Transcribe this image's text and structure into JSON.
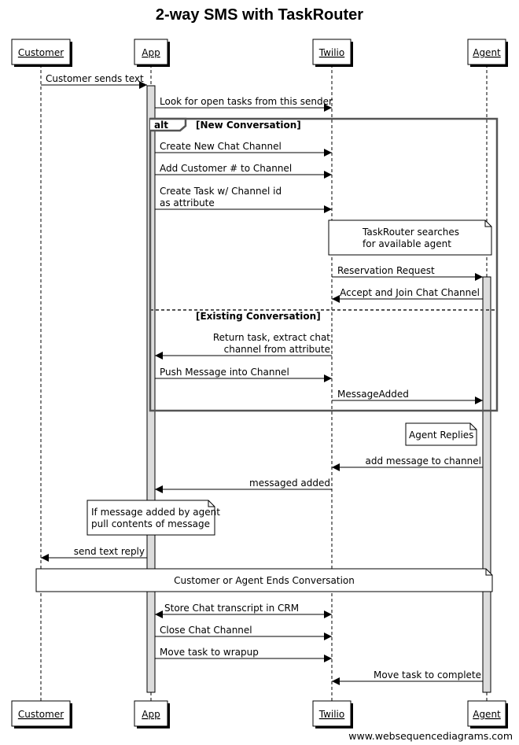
{
  "title": "2-way SMS with TaskRouter",
  "participants": [
    "Customer",
    "App",
    "Twilio",
    "Agent"
  ],
  "messages": [
    {
      "text": [
        "Customer sends text"
      ]
    },
    {
      "text": [
        "Look for open tasks from this sender"
      ]
    },
    {
      "text": [
        "Create New Chat Channel"
      ]
    },
    {
      "text": [
        "Add Customer # to Channel"
      ]
    },
    {
      "text": [
        "Create Task w/ Channel id",
        "as attribute"
      ]
    },
    {
      "text": [
        "Reservation Request"
      ]
    },
    {
      "text": [
        "Accept and Join Chat Channel"
      ]
    },
    {
      "text": [
        "Return task, extract chat",
        "channel from attribute"
      ]
    },
    {
      "text": [
        "Push Message into Channel"
      ]
    },
    {
      "text": [
        "MessageAdded"
      ]
    },
    {
      "text": [
        "add message to channel"
      ]
    },
    {
      "text": [
        "messaged added"
      ]
    },
    {
      "text": [
        "send text reply"
      ]
    },
    {
      "text": [
        "Store Chat transcript in CRM"
      ]
    },
    {
      "text": [
        "Close Chat Channel"
      ]
    },
    {
      "text": [
        "Move task to wrapup"
      ]
    },
    {
      "text": [
        "Move task to complete"
      ]
    }
  ],
  "notes": [
    {
      "text": [
        "TaskRouter searches",
        "for available agent"
      ]
    },
    {
      "text": [
        "Agent Replies"
      ]
    },
    {
      "text": [
        "If message added by agent",
        "pull contents of message"
      ]
    },
    {
      "text": [
        "Customer or Agent Ends Conversation"
      ]
    }
  ],
  "alt_frame": {
    "keyword": "alt",
    "conditions": [
      "[New Conversation]",
      "[Existing Conversation]"
    ]
  },
  "watermark": "www.websequencediagrams.com"
}
